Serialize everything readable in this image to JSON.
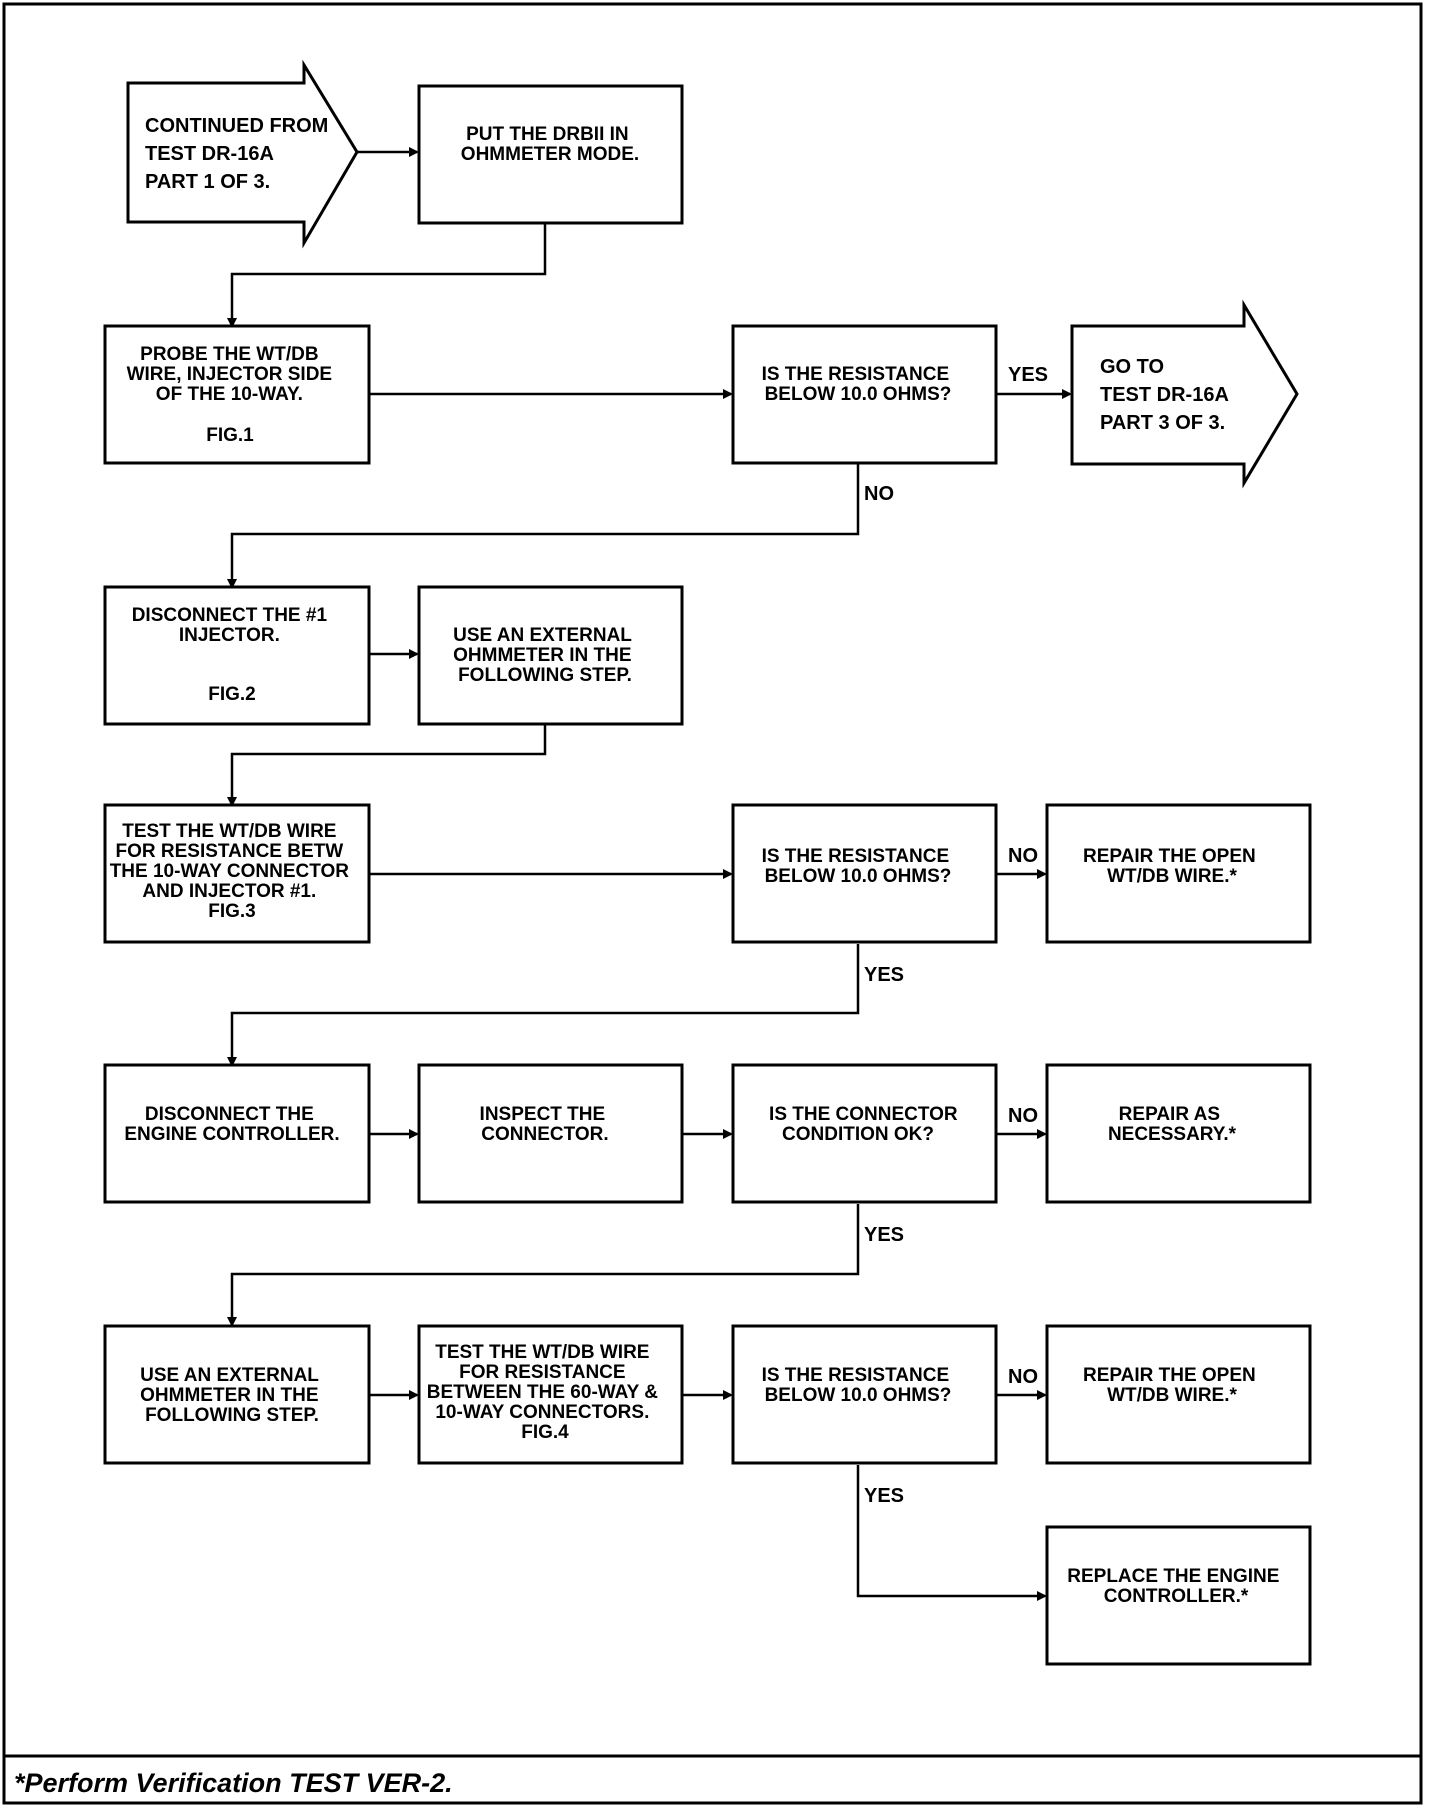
{
  "nodes": {
    "start": {
      "lines": [
        "CONTINUED FROM",
        "TEST DR-16A",
        "PART 1 OF 3."
      ]
    },
    "put_drbii": {
      "lines": [
        "PUT THE DRBII IN",
        "OHMMETER MODE."
      ]
    },
    "probe_wire": {
      "lines": [
        "PROBE THE WT/DB",
        "WIRE, INJECTOR SIDE",
        "OF THE 10-WAY."
      ],
      "fig": "FIG.1"
    },
    "decision_1": {
      "lines": [
        "IS THE RESISTANCE",
        "BELOW 10.0 OHMS?"
      ]
    },
    "goto_part3": {
      "lines": [
        "GO TO",
        "TEST DR-16A",
        "PART 3 OF 3."
      ]
    },
    "disconnect_injector": {
      "lines": [
        "DISCONNECT THE #1",
        "INJECTOR."
      ],
      "fig": "FIG.2"
    },
    "use_external_1": {
      "lines": [
        "USE AN EXTERNAL",
        "OHMMETER IN THE",
        "FOLLOWING STEP."
      ]
    },
    "test_wire_injector": {
      "lines": [
        "TEST THE WT/DB WIRE",
        "FOR RESISTANCE BETW",
        "THE 10-WAY CONNECTOR",
        "AND INJECTOR #1.",
        "FIG.3"
      ]
    },
    "decision_2": {
      "lines": [
        "IS THE RESISTANCE",
        "BELOW 10.0 OHMS?"
      ]
    },
    "repair_open_1": {
      "lines": [
        "REPAIR THE OPEN",
        "WT/DB WIRE.*"
      ]
    },
    "disconnect_controller": {
      "lines": [
        "DISCONNECT THE",
        "ENGINE CONTROLLER."
      ]
    },
    "inspect_connector": {
      "lines": [
        "INSPECT THE",
        "CONNECTOR."
      ]
    },
    "decision_3": {
      "lines": [
        "IS THE CONNECTOR",
        "CONDITION OK?"
      ]
    },
    "repair_as_necessary": {
      "lines": [
        "REPAIR AS",
        "NECESSARY.*"
      ]
    },
    "use_external_2": {
      "lines": [
        "USE AN EXTERNAL",
        "OHMMETER IN THE",
        "FOLLOWING STEP."
      ]
    },
    "test_wire_60way": {
      "lines": [
        "TEST THE WT/DB WIRE",
        "FOR RESISTANCE",
        "BETWEEN THE 60-WAY &",
        "10-WAY CONNECTORS.",
        "FIG.4"
      ]
    },
    "decision_4": {
      "lines": [
        "IS THE RESISTANCE",
        "BELOW 10.0 OHMS?"
      ]
    },
    "repair_open_2": {
      "lines": [
        "REPAIR THE OPEN",
        "WT/DB WIRE.*"
      ]
    },
    "replace_controller": {
      "lines": [
        "REPLACE THE ENGINE",
        "CONTROLLER.*"
      ]
    }
  },
  "edge_labels": {
    "d1_yes": "YES",
    "d1_no": "NO",
    "d2_no": "NO",
    "d2_yes": "YES",
    "d3_no": "NO",
    "d3_yes": "YES",
    "d4_no": "NO",
    "d4_yes": "YES"
  },
  "footer": {
    "note": "*Perform Verification TEST VER-2."
  }
}
